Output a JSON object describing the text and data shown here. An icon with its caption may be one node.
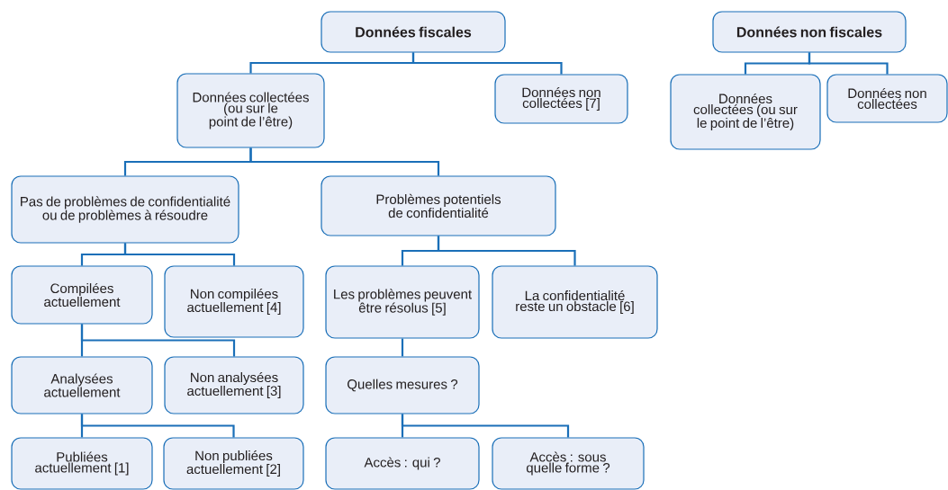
{
  "diagram": {
    "nodes": [
      {
        "text": [
          "Données fiscales"
        ]
      },
      {
        "text": [
          "Données collectées (ou sur le point de l’être)"
        ]
      },
      {
        "text": [
          "Données non collectées [7]"
        ]
      },
      {
        "text": [
          "Pas de problèmes de confidentialité ou de problèmes à résoudre"
        ]
      },
      {
        "text": [
          "Problèmes potentiels de confidentialité"
        ]
      },
      {
        "text": [
          "Compilées actuellement"
        ]
      },
      {
        "text": [
          "Non compilées actuellement [4]"
        ]
      },
      {
        "text": [
          "Analysées actuellement"
        ]
      },
      {
        "text": [
          "Non analysées actuellement [3]"
        ]
      },
      {
        "text": [
          "Publiées actuellement [1]"
        ]
      },
      {
        "text": [
          "Non publiées actuellement [2]"
        ]
      },
      {
        "text": [
          "Les problèmes peuvent être résolus [5]"
        ]
      },
      {
        "text": [
          "La confidentialité reste un obstacle [6]"
        ]
      },
      {
        "text": [
          "Quelles mesures ?"
        ]
      },
      {
        "text": [
          "Accès : qui ?"
        ]
      },
      {
        "text": [
          "Accès : sous quelle forme ?"
        ]
      },
      {
        "text": [
          "Données non fiscales"
        ]
      },
      {
        "text": [
          "Données collectées (ou sur le point de l’être)"
        ]
      },
      {
        "text": [
          "Données non collectées"
        ]
      }
    ],
    "edges": [
      {
        "from": 0,
        "to": 1,
        "arrow": "none"
      },
      {
        "from": 0,
        "to": 2,
        "arrow": "none"
      },
      {
        "from": 1,
        "to": 3,
        "arrow": "none"
      },
      {
        "from": 1,
        "to": 4,
        "arrow": "none"
      },
      {
        "from": 3,
        "to": 5,
        "arrow": "none"
      },
      {
        "from": 3,
        "to": 6,
        "arrow": "none"
      },
      {
        "from": 5,
        "to": 7,
        "arrow": "none"
      },
      {
        "from": 5,
        "to": 8,
        "arrow": "none"
      },
      {
        "from": 7,
        "to": 9,
        "arrow": "none"
      },
      {
        "from": 7,
        "to": 10,
        "arrow": "none"
      },
      {
        "from": 4,
        "to": 11,
        "arrow": "none"
      },
      {
        "from": 4,
        "to": 12,
        "arrow": "none"
      },
      {
        "from": 11,
        "to": 13,
        "arrow": "none"
      },
      {
        "from": 13,
        "to": 14,
        "arrow": "none"
      },
      {
        "from": 13,
        "to": 15,
        "arrow": "none"
      },
      {
        "from": 16,
        "to": 17,
        "arrow": "none"
      },
      {
        "from": 16,
        "to": 18,
        "arrow": "none"
      }
    ]
  }
}
